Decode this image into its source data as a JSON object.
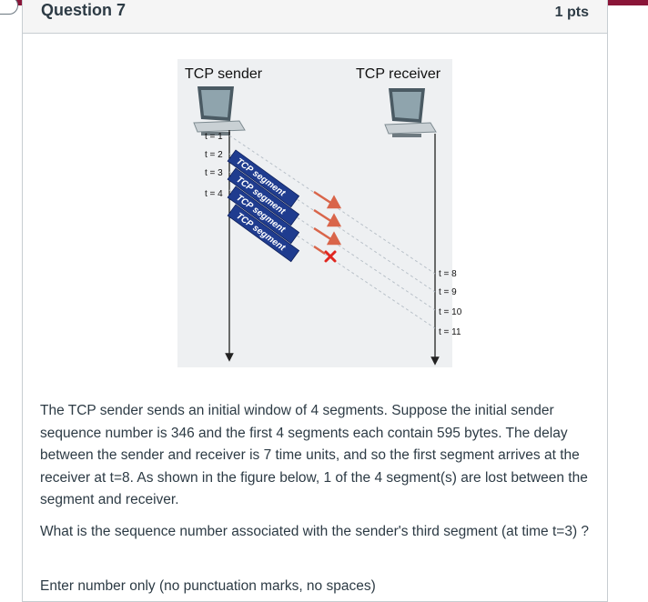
{
  "question": {
    "title": "Question 7",
    "points": "1 pts"
  },
  "figure": {
    "sender_label": "TCP sender",
    "receiver_label": "TCP receiver",
    "sender_times": [
      "t = 1",
      "t = 2",
      "t = 3",
      "t = 4"
    ],
    "receiver_times": [
      "t = 8",
      "t = 9",
      "t = 10",
      "t = 11"
    ],
    "segment_label": "TCP segment",
    "segments": [
      {
        "label": "TCP segment",
        "lost": false
      },
      {
        "label": "TCP segment",
        "lost": false
      },
      {
        "label": "TCP segment",
        "lost": false
      },
      {
        "label": "TCP segment",
        "lost": true
      }
    ],
    "colors": {
      "segment_fill": "#1f3c8f",
      "arrow": "#d9654a",
      "loss_x": "#e0261f",
      "dashed": "#b8c0c8"
    }
  },
  "body": {
    "paragraph1": "The TCP sender sends an initial window of 4 segments. Suppose the initial sender sequence number is 346 and the first 4 segments each contain 595 bytes. The delay between the sender and receiver is 7 time units, and so the first segment arrives at the receiver at t=8. As shown in the figure below, 1 of the 4 segment(s) are lost between the segment and receiver.",
    "paragraph2": "What is the sequence number associated with the sender's third segment (at time t=3) ?",
    "paragraph3": "Enter number only (no punctuation marks, no spaces)"
  }
}
